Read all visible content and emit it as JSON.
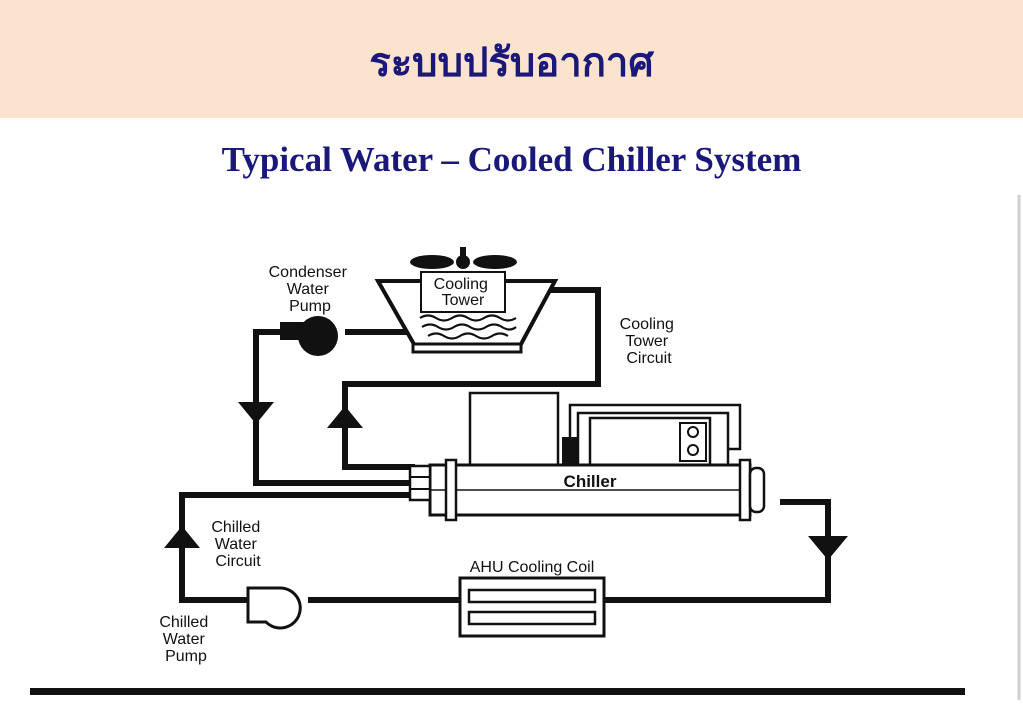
{
  "header": {
    "thai_title": "ระบบปรับอากาศ",
    "subtitle": "Typical Water – Cooled Chiller System"
  },
  "diagram": {
    "condenser_pump_label": [
      "Condenser",
      "Water",
      "Pump"
    ],
    "cooling_tower_label": [
      "Cooling",
      "Tower"
    ],
    "cooling_tower_circuit_label": [
      "Cooling",
      "Tower",
      "Circuit"
    ],
    "chiller_label": "Chiller",
    "chilled_water_circuit_label": [
      "Chilled",
      "Water",
      "Circuit"
    ],
    "ahu_label": "AHU Cooling Coil",
    "chilled_water_pump_label": [
      "Chilled",
      "Water",
      "Pump"
    ]
  }
}
